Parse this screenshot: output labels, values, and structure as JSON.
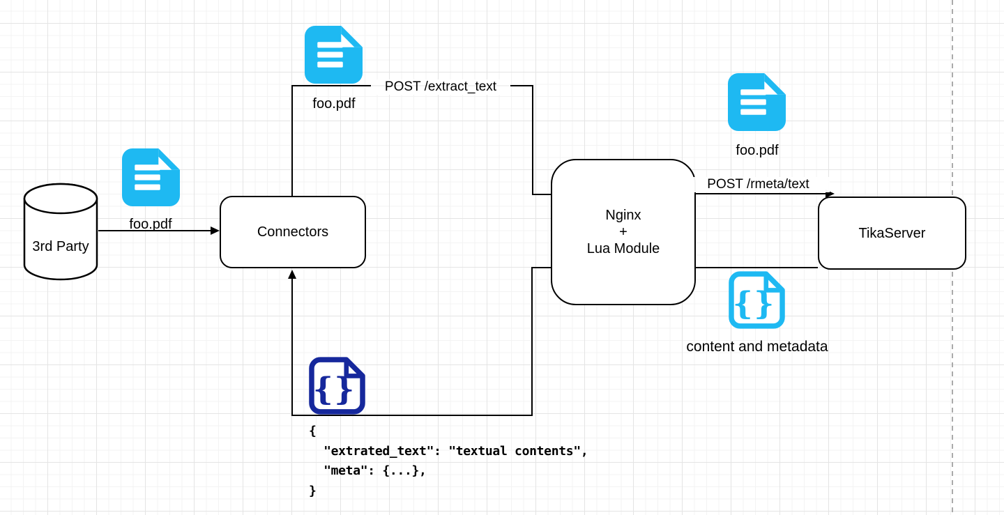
{
  "colors": {
    "cyan": "#1EB9F2",
    "navy": "#16289C",
    "stroke": "#000000",
    "grid_minor": "#f3f3f3",
    "grid_major": "#e4e4e4",
    "page_break_line": "#aaaaaa"
  },
  "nodes": {
    "third_party": {
      "label": "3rd Party",
      "shape": "cylinder"
    },
    "connectors": {
      "label": "Connectors",
      "shape": "rounded-rect"
    },
    "nginx": {
      "lines": [
        "Nginx",
        "+",
        "Lua Module"
      ],
      "shape": "rounded-rect"
    },
    "tikaserver": {
      "label": "TikaServer",
      "shape": "rounded-rect"
    }
  },
  "edges": {
    "ingest": {
      "label": "foo.pdf",
      "from": "3rd Party",
      "to": "Connectors"
    },
    "extract_text": {
      "label": "POST /extract_text",
      "from": "Connectors",
      "to": "Nginx + Lua Module"
    },
    "rmeta": {
      "label": "POST /rmeta/text",
      "from": "Nginx + Lua Module",
      "to": "TikaServer"
    }
  },
  "artifacts": {
    "pdf_top": {
      "label": "foo.pdf",
      "icon": "document"
    },
    "pdf_right": {
      "label": "foo.pdf",
      "icon": "document"
    },
    "json_response": {
      "label": "content and metadata",
      "icon": "json-braces"
    },
    "json_result": {
      "icon": "json-braces"
    }
  },
  "code_sample": {
    "text": "{\n  \"extrated_text\": \"textual contents\",\n  \"meta\": {...},\n}"
  }
}
